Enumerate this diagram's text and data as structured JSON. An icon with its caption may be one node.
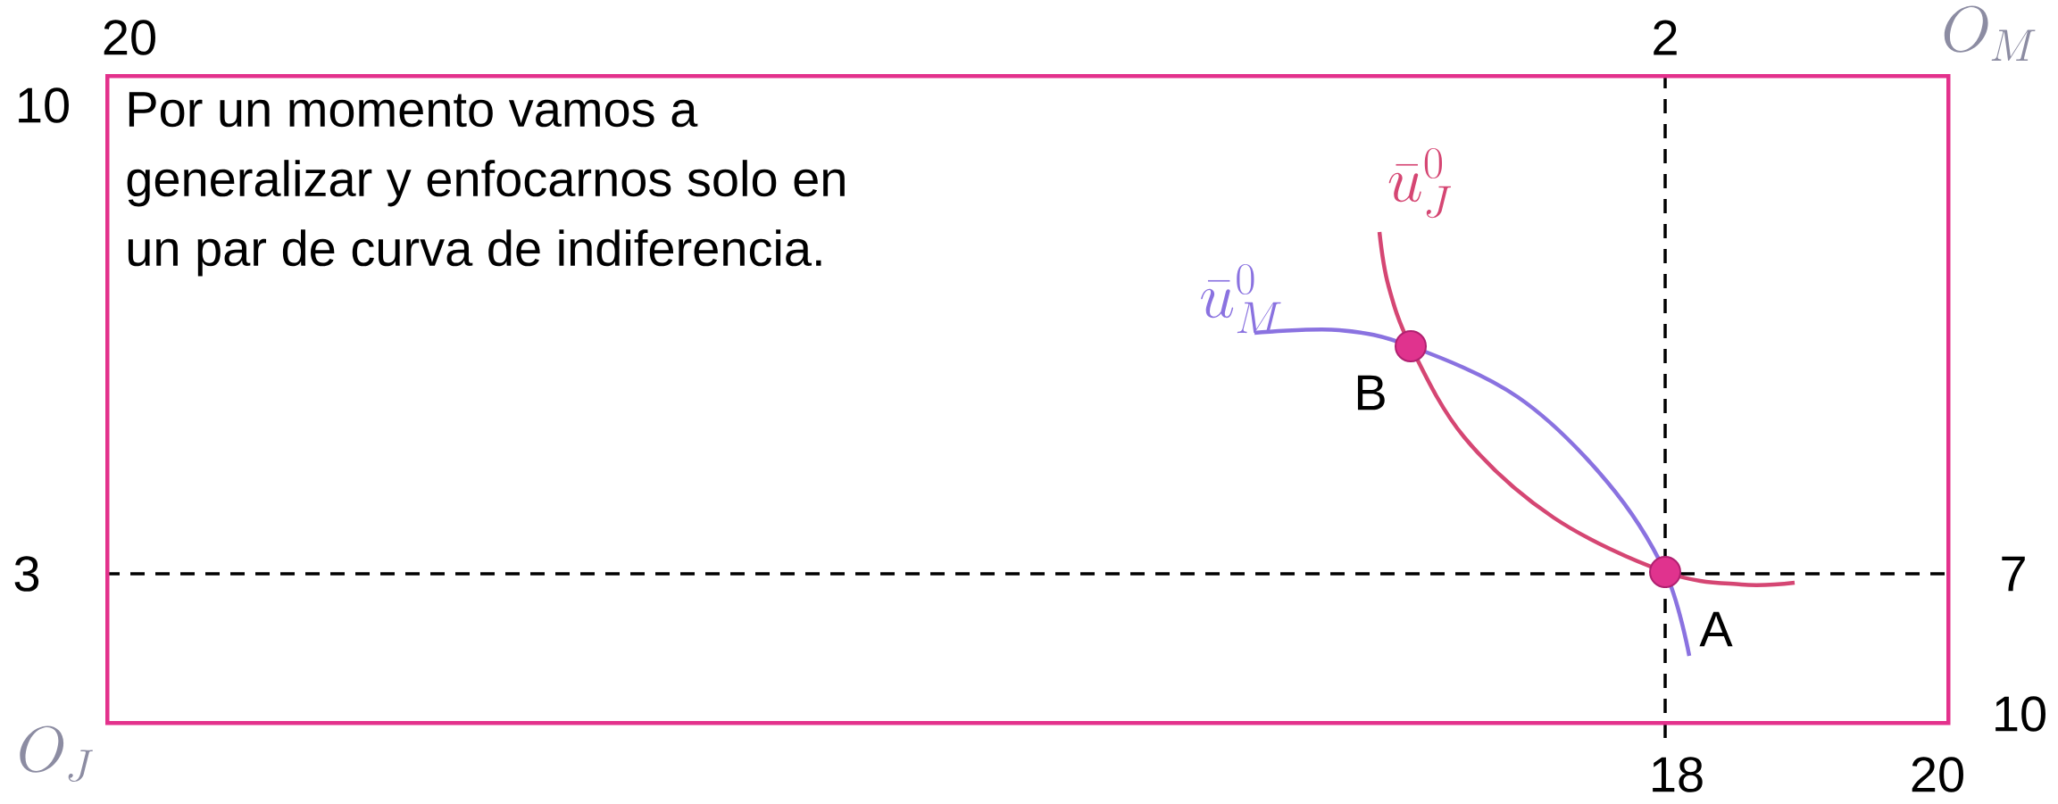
{
  "diagram": {
    "nodes": [
      {
        "text": [
          "Por un momento vamos a generalizar y enfocarnos solo en un par de curva de indiferencia."
        ]
      },
      {
        "text": [],
        "shape": "circle",
        "in": 0,
        "beside": [
          "B"
        ]
      },
      {
        "text": [],
        "shape": "circle",
        "in": 0,
        "beside": [
          "A"
        ]
      }
    ],
    "edges": [],
    "labels": [
      "20",
      "2",
      "O_M",
      "10",
      "3",
      "\\bar{u}_J^0",
      "\\bar{u}_M^0",
      "7",
      "10",
      "O_J",
      "18",
      "20"
    ]
  }
}
